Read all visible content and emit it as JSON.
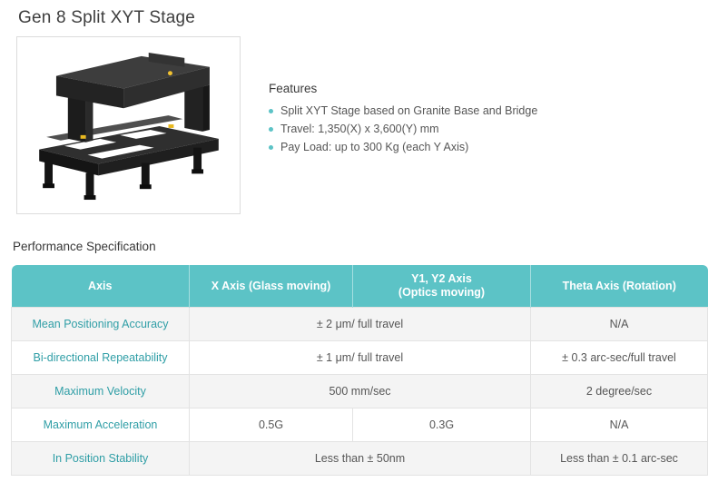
{
  "page": {
    "title": "Gen 8 Split XYT Stage"
  },
  "features": {
    "heading": "Features",
    "items": [
      "Split XYT Stage based on Granite Base and Bridge",
      "Travel: 1,350(X) x 3,600(Y) mm",
      "Pay Load: up to 300 Kg (each Y Axis)"
    ]
  },
  "spec": {
    "heading": "Performance Specification",
    "columns": [
      "Axis",
      "X Axis (Glass moving)",
      "Y1, Y2 Axis\n(Optics moving)",
      "Theta Axis (Rotation)"
    ],
    "rows": [
      {
        "label": "Mean Positioning Accuracy",
        "xy": "± 2 μm/ full travel",
        "theta": "N/A"
      },
      {
        "label": "Bi-directional Repeatability",
        "xy": "± 1 μm/ full travel",
        "theta": "± 0.3 arc-sec/full travel"
      },
      {
        "label": "Maximum Velocity",
        "xy": "500 mm/sec",
        "theta": "2 degree/sec"
      },
      {
        "label": "Maximum Acceleration",
        "x": "0.5G",
        "y": "0.3G",
        "theta": "N/A"
      },
      {
        "label": "In Position Stability",
        "xy": "Less than ± 50nm",
        "theta": "Less than ± 0.1 arc-sec"
      }
    ]
  },
  "colors": {
    "accent_teal": "#5cc3c6",
    "label_teal": "#2f9ea6"
  }
}
